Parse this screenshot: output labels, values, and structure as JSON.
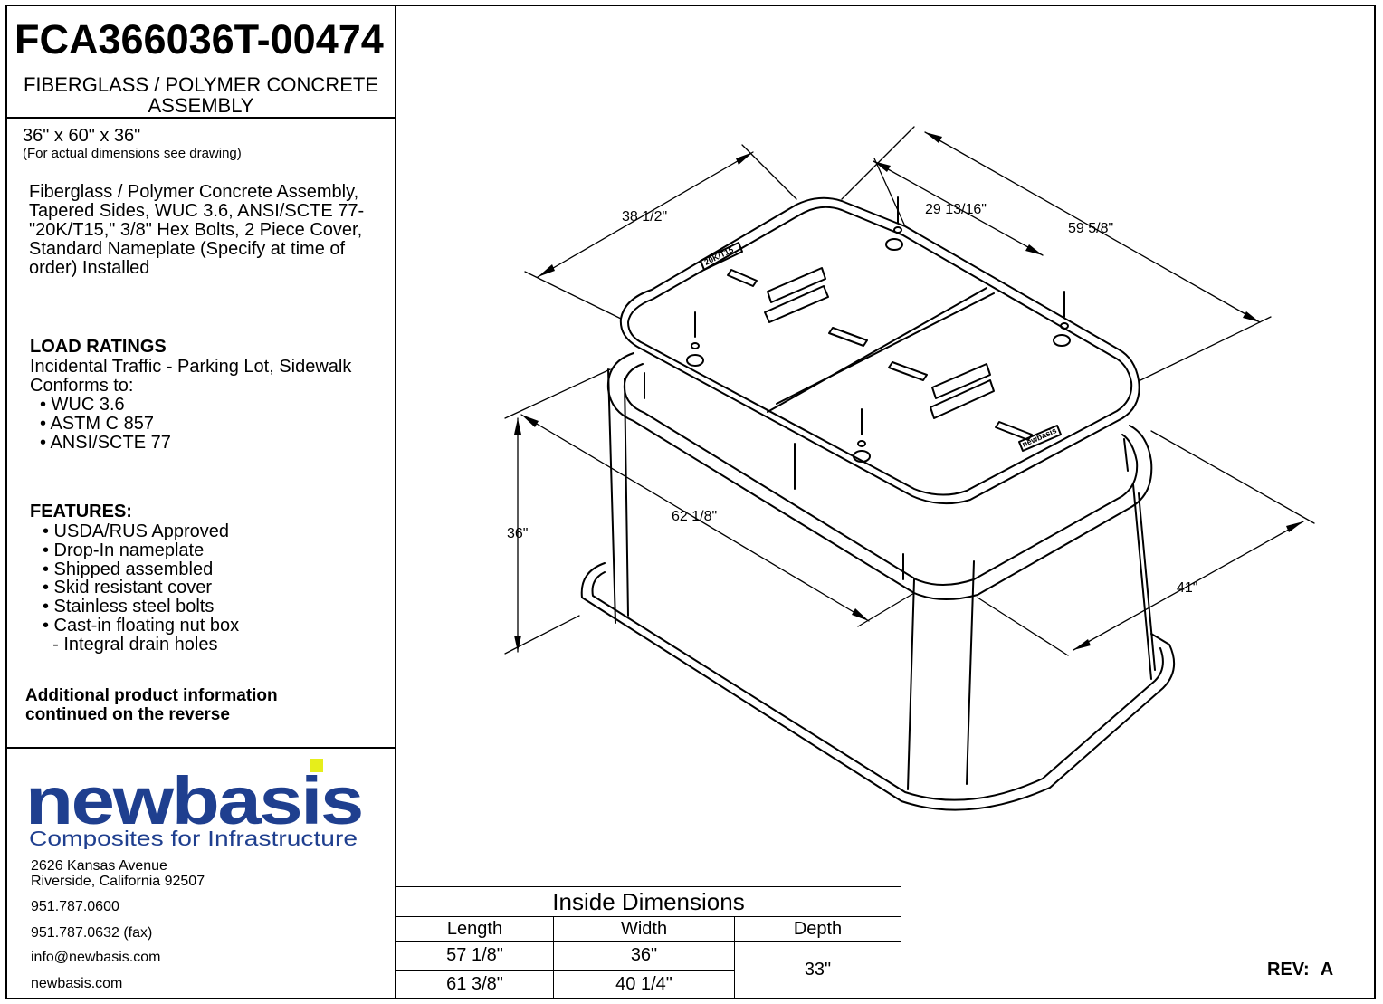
{
  "part_number": "FCA366036T-00474",
  "product_title": "FIBERGLASS / POLYMER CONCRETE ASSEMBLY",
  "size": "36\" x 60\" x 36\"",
  "size_note": "(For actual dimensions see drawing)",
  "description": "Fiberglass / Polymer Concrete Assembly, Tapered Sides, WUC 3.6, ANSI/SCTE 77-\"20K/T15,\" 3/8\" Hex Bolts, 2 Piece Cover, Standard Nameplate (Specify at time of order) Installed",
  "load_ratings": {
    "heading": "LOAD RATINGS",
    "line1": "Incidental Traffic - Parking Lot, Sidewalk",
    "line2": "Conforms to:",
    "items": [
      "• WUC 3.6",
      "• ASTM C 857",
      "• ANSI/SCTE 77"
    ]
  },
  "features": {
    "heading": "FEATURES:",
    "items": [
      "• USDA/RUS Approved",
      "• Drop-In nameplate",
      "• Shipped assembled",
      "• Skid resistant cover",
      "• Stainless steel bolts",
      "• Cast-in floating nut box",
      "  - Integral drain holes"
    ]
  },
  "additional": {
    "line1": "Additional product information",
    "line2": "continued on the reverse"
  },
  "logo": {
    "brand": "newbasis",
    "tagline": "Composites for Infrastructure",
    "brand_color": "#1f3f8f",
    "accent_color": "#e6ee1b"
  },
  "address": {
    "street": "2626 Kansas Avenue",
    "city": "Riverside, California  92507"
  },
  "contact": {
    "phone": "951.787.0600",
    "fax": "951.787.0632 (fax)",
    "email": "info@newbasis.com",
    "web": "newbasis.com"
  },
  "drawing": {
    "dim_top_left": "38 1/2\"",
    "dim_top_mid": "29 13/16\"",
    "dim_top_right": "59 5/8\"",
    "dim_height": "36\"",
    "dim_length": "62 1/8\"",
    "dim_width": "41\"",
    "nameplate_1": "20K/T15",
    "nameplate_2": "newbasis"
  },
  "inside_dimensions": {
    "title": "Inside Dimensions",
    "headers": [
      "Length",
      "Width",
      "Depth"
    ],
    "rows": [
      [
        "57 1/8\"",
        "36\""
      ],
      [
        "61 3/8\"",
        "40 1/4\""
      ]
    ],
    "depth": "33\""
  },
  "revision": {
    "label": "REV:",
    "value": "A"
  }
}
